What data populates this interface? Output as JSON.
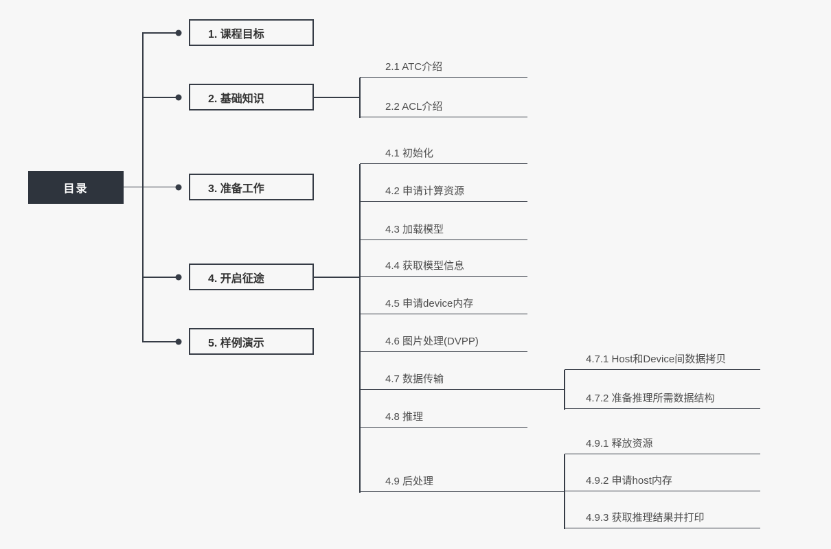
{
  "mindmap": {
    "title": "目录",
    "colors": {
      "background": "#f7f7f7",
      "line": "#363c46",
      "root_bg": "#2e343d",
      "root_text": "#ffffff",
      "node_text": "#333333",
      "leaf_text": "#4d4d4d"
    },
    "root_label": "目录",
    "branches": [
      {
        "label": "1. 课程目标",
        "children": []
      },
      {
        "label": "2. 基础知识",
        "children": [
          {
            "label": "2.1 ATC介绍",
            "children": []
          },
          {
            "label": "2.2 ACL介绍",
            "children": []
          }
        ]
      },
      {
        "label": "3. 准备工作",
        "children": []
      },
      {
        "label": "4. 开启征途",
        "children": [
          {
            "label": "4.1 初始化",
            "children": []
          },
          {
            "label": "4.2 申请计算资源",
            "children": []
          },
          {
            "label": "4.3 加载模型",
            "children": []
          },
          {
            "label": "4.4 获取模型信息",
            "children": []
          },
          {
            "label": "4.5 申请device内存",
            "children": []
          },
          {
            "label": "4.6 图片处理(DVPP)",
            "children": []
          },
          {
            "label": "4.7 数据传输",
            "children": [
              {
                "label": "4.7.1 Host和Device间数据拷贝",
                "children": []
              },
              {
                "label": "4.7.2 准备推理所需数据结构",
                "children": []
              }
            ]
          },
          {
            "label": "4.8 推理",
            "children": []
          },
          {
            "label": "4.9 后处理",
            "children": [
              {
                "label": "4.9.1 释放资源",
                "children": []
              },
              {
                "label": "4.9.2 申请host内存",
                "children": []
              },
              {
                "label": "4.9.3 获取推理结果并打印",
                "children": []
              }
            ]
          }
        ]
      },
      {
        "label": "5. 样例演示",
        "children": []
      }
    ]
  }
}
